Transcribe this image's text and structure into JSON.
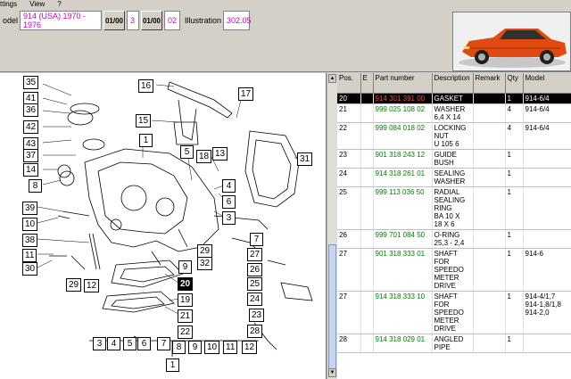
{
  "menu": [
    "ttings",
    "View",
    "?"
  ],
  "toolbar": {
    "model_label": "odel",
    "model_value": "914 (USA) 1970 - 1976",
    "group_btn": "01/00",
    "group_value": "3",
    "sub_btn": "01/00",
    "sub_value": "02",
    "illustration_label": "Illustration",
    "illustration_value": "302.05"
  },
  "car_photo": "porsche-914-car-photo",
  "diagram": {
    "callouts": [
      "16",
      "17",
      "35",
      "41",
      "36",
      "42",
      "43",
      "15",
      "1",
      "37",
      "5",
      "18",
      "13",
      "31",
      "14",
      "8",
      "4",
      "6",
      "3",
      "39",
      "10",
      "38",
      "11",
      "30",
      "29",
      "12",
      "7",
      "29",
      "32",
      "27",
      "9",
      "26",
      "20",
      "25",
      "19",
      "24",
      "21",
      "23",
      "22",
      "28",
      "3",
      "4",
      "5",
      "6",
      "7",
      "8",
      "9",
      "10",
      "11",
      "12",
      "1"
    ],
    "selected": "20"
  },
  "table": {
    "columns": [
      "Pos.",
      "E",
      "Part number",
      "Description",
      "Remark",
      "Qty",
      "Model"
    ],
    "rows": [
      {
        "pos": "20",
        "e": "",
        "part": "914 301 391 00",
        "desc": "GASKET",
        "remark": "",
        "qty": "1",
        "model": "914-6/4",
        "selected": true
      },
      {
        "pos": "21",
        "e": "",
        "part": "999 025 108 02",
        "desc": "WASHER\n6,4 X 14",
        "remark": "",
        "qty": "4",
        "model": "914-6/4"
      },
      {
        "pos": "22",
        "e": "",
        "part": "999 084 018 02",
        "desc": "LOCKING\n NUT\nU 105 6",
        "remark": "",
        "qty": "4",
        "model": "914-6/4"
      },
      {
        "pos": "23",
        "e": "",
        "part": "901 318 243 12",
        "desc": "GUIDE\nBUSH",
        "remark": "",
        "qty": "1",
        "model": ""
      },
      {
        "pos": "24",
        "e": "",
        "part": "914 318 261 01",
        "desc": "SEALING\nWASHER",
        "remark": "",
        "qty": "1",
        "model": ""
      },
      {
        "pos": "25",
        "e": "",
        "part": "999 113 036 50",
        "desc": "RADIAL\nSEALING\n RING\nBA 10 X\n18 X 6",
        "remark": "",
        "qty": "1",
        "model": ""
      },
      {
        "pos": "26",
        "e": "",
        "part": "999 701 084 50",
        "desc": "O-RING\n25,3 - 2,4",
        "remark": "",
        "qty": "1",
        "model": ""
      },
      {
        "pos": "27",
        "e": "",
        "part": "901 318 333 01",
        "desc": "SHAFT\nFOR\nSPEEDO\nMETER\nDRIVE",
        "remark": "",
        "qty": "1",
        "model": "914-6"
      },
      {
        "pos": "27",
        "e": "",
        "part": "914 318 333 10",
        "desc": "SHAFT\nFOR\nSPEEDO\nMETER\nDRIVE",
        "remark": "",
        "qty": "1",
        "model": "914-4/1,7\n914-1,8/1,8\n914-2,0"
      },
      {
        "pos": "28",
        "e": "",
        "part": "914 318 029 01",
        "desc": "ANGLED\nPIPE",
        "remark": "",
        "qty": "1",
        "model": ""
      }
    ]
  }
}
